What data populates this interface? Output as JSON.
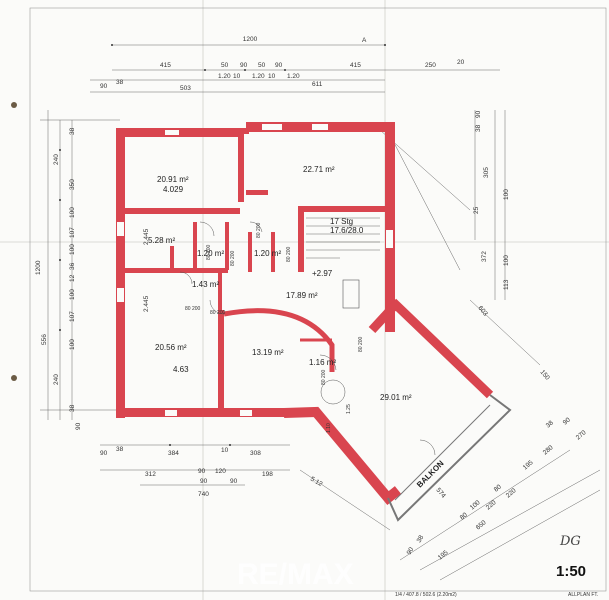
{
  "sheet": {
    "scale": "1:50",
    "level_note": "DG",
    "north_mark": "A",
    "footer_note": "1/4 / 407.8 / 502.6 (2.20m2)",
    "stamp": "ALLPLAN FT.",
    "watermark": "RE/MAX"
  },
  "rooms": [
    {
      "id": "r1",
      "area": "20.91 m²",
      "sub": "4.029"
    },
    {
      "id": "r2",
      "area": "22.71 m²",
      "sub": ""
    },
    {
      "id": "r3",
      "area": "5.28 m²",
      "sub": ""
    },
    {
      "id": "r4",
      "area": "1.20 m²",
      "sub": ""
    },
    {
      "id": "r5",
      "area": "1.20 m²",
      "sub": ""
    },
    {
      "id": "r6",
      "area": "1.43 m²",
      "sub": ""
    },
    {
      "id": "r7",
      "area": "17.89 m²",
      "sub": ""
    },
    {
      "id": "r8",
      "area": "20.56 m²",
      "sub": "4.63"
    },
    {
      "id": "r9",
      "area": "13.19 m²",
      "sub": ""
    },
    {
      "id": "r10",
      "area": "1.16 m²",
      "sub": ""
    },
    {
      "id": "r11",
      "area": "29.01 m²",
      "sub": ""
    }
  ],
  "stairs": {
    "label": "17 Stg",
    "ratio": "17.6/28.0",
    "level": "+2.97"
  },
  "balcony": "BALKON",
  "dims_top": [
    "1200",
    "415",
    "50",
    "90",
    "50",
    "20",
    "1.20",
    "10",
    "1.20",
    "10",
    "1.20",
    "250",
    "20",
    "90",
    "38",
    "503",
    "611"
  ],
  "dims_left": [
    "38",
    "240",
    "350",
    "100",
    "107",
    "100",
    "36",
    "12",
    "100",
    "107",
    "100",
    "240",
    "38",
    "90",
    "1200",
    "556",
    "2.445",
    "2.445"
  ],
  "dims_bottom": [
    "90",
    "38",
    "384",
    "10",
    "308",
    "312",
    "90",
    "120",
    "90",
    "198",
    "740",
    "5.12"
  ],
  "dims_right": [
    "38",
    "90",
    "305",
    "25",
    "100",
    "372",
    "113",
    "100",
    "603",
    "150",
    "90",
    "38",
    "270",
    "280",
    "195",
    "220",
    "220",
    "650",
    "195",
    "80",
    "100",
    "80",
    "574",
    "90",
    "38"
  ],
  "misc_labels": [
    "1.10",
    "1.25",
    "80 200",
    "80 200",
    "80 200",
    "80 200",
    "80 200",
    "80 200",
    "80 200",
    "80 200"
  ]
}
